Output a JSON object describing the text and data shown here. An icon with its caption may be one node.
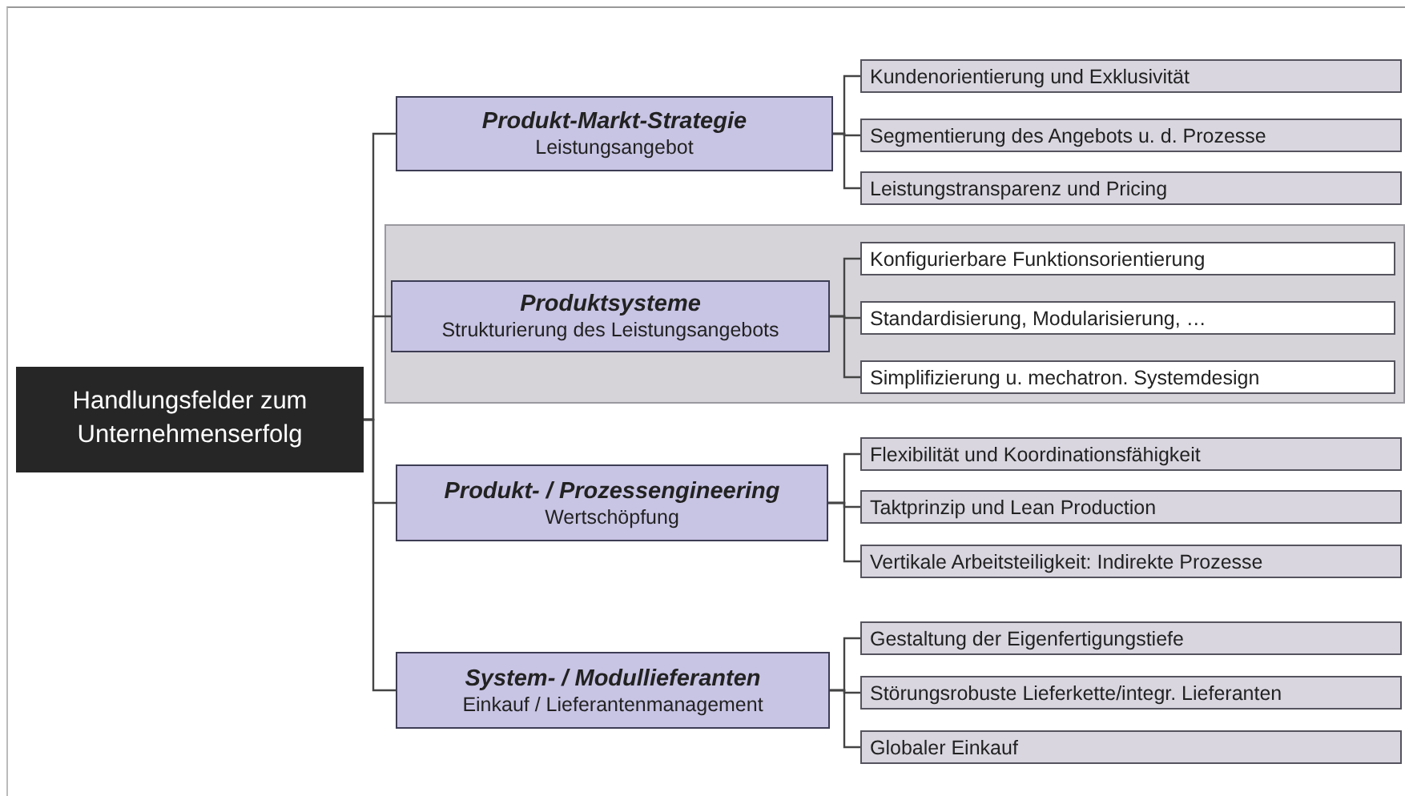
{
  "diagram": {
    "nodes": [
      {
        "text": [
          "Handlungsfelder zum Unternehmenserfolg"
        ]
      },
      {
        "text": [
          "Produkt-Markt-Strategie",
          "Leistungsangebot"
        ]
      },
      {
        "text": [
          "Kundenorientierung und Exklusivität"
        ]
      },
      {
        "text": [
          "Segmentierung des Angebots u. d. Prozesse"
        ]
      },
      {
        "text": [
          "Leistungstransparenz und Pricing"
        ]
      },
      {
        "text": [],
        "shape": "band"
      },
      {
        "text": [
          "Produktsysteme",
          "Strukturierung des Leistungsangebots"
        ],
        "in": 5
      },
      {
        "text": [
          "Konfigurierbare Funktionsorientierung"
        ],
        "in": 5
      },
      {
        "text": [
          "Standardisierung, Modularisierung, …"
        ],
        "in": 5
      },
      {
        "text": [
          "Simplifizierung u. mechatron. Systemdesign"
        ],
        "in": 5
      },
      {
        "text": [
          "Produkt- / Prozessengineering",
          "Wertschöpfung"
        ]
      },
      {
        "text": [
          "Flexibilität und Koordinationsfähigkeit"
        ]
      },
      {
        "text": [
          "Taktprinzip und Lean Production"
        ]
      },
      {
        "text": [
          "Vertikale Arbeitsteiligkeit: Indirekte Prozesse"
        ]
      },
      {
        "text": [
          "System- / Modullieferanten",
          "Einkauf / Lieferantenmanagement"
        ]
      },
      {
        "text": [
          "Gestaltung der Eigenfertigungstiefe"
        ]
      },
      {
        "text": [
          "Störungsrobuste Lieferkette/integr. Lieferanten"
        ]
      },
      {
        "text": [
          "Globaler Einkauf"
        ]
      }
    ],
    "edges": [
      {
        "from": 0,
        "to": 1,
        "arrow": "none"
      },
      {
        "from": 0,
        "to": 6,
        "arrow": "none"
      },
      {
        "from": 0,
        "to": 10,
        "arrow": "none"
      },
      {
        "from": 0,
        "to": 14,
        "arrow": "none"
      },
      {
        "from": 1,
        "to": 2,
        "arrow": "none"
      },
      {
        "from": 1,
        "to": 3,
        "arrow": "none"
      },
      {
        "from": 1,
        "to": 4,
        "arrow": "none"
      },
      {
        "from": 6,
        "to": 7,
        "arrow": "none"
      },
      {
        "from": 6,
        "to": 8,
        "arrow": "none"
      },
      {
        "from": 6,
        "to": 9,
        "arrow": "none"
      },
      {
        "from": 10,
        "to": 11,
        "arrow": "none"
      },
      {
        "from": 10,
        "to": 12,
        "arrow": "none"
      },
      {
        "from": 10,
        "to": 13,
        "arrow": "none"
      },
      {
        "from": 14,
        "to": 15,
        "arrow": "none"
      },
      {
        "from": 14,
        "to": 16,
        "arrow": "none"
      },
      {
        "from": 14,
        "to": 17,
        "arrow": "none"
      }
    ]
  }
}
